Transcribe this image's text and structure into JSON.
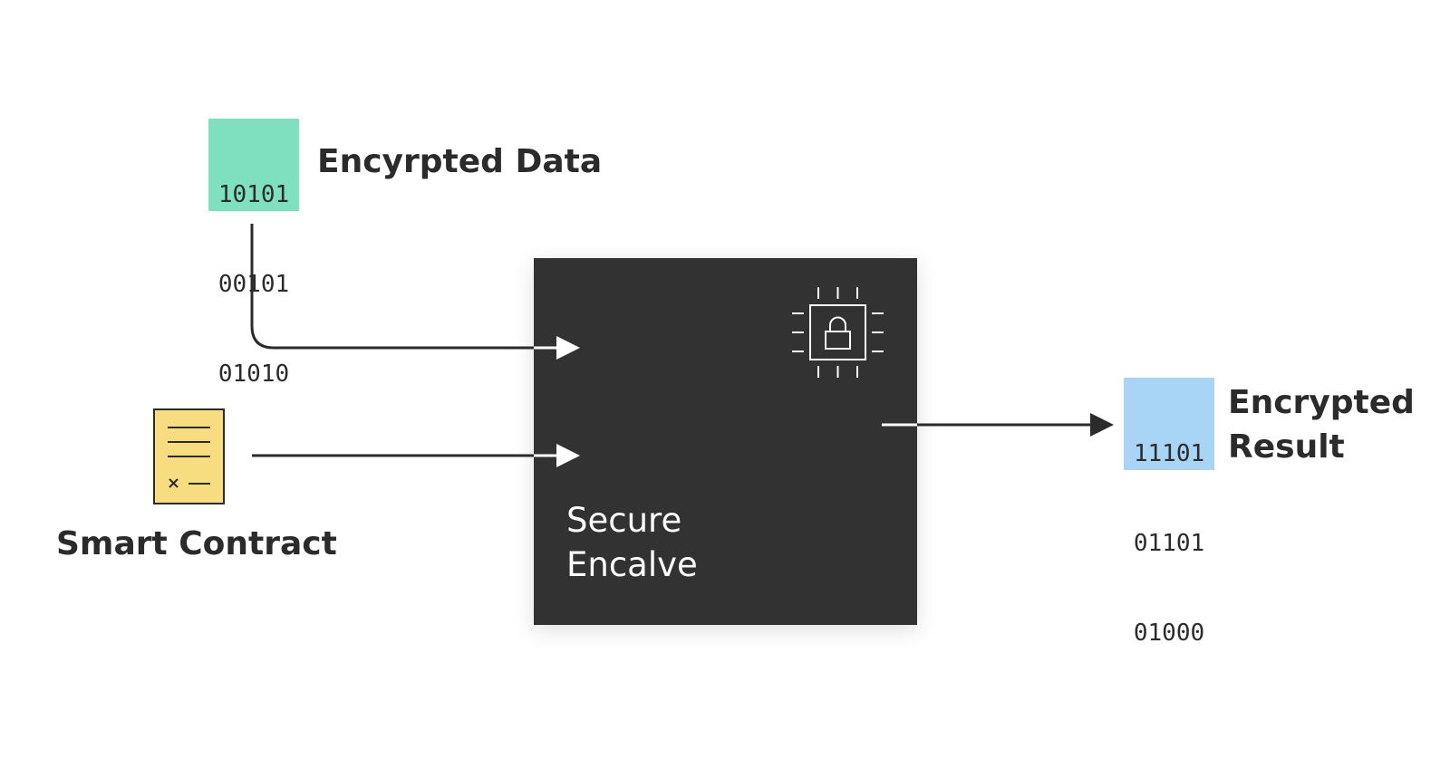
{
  "encrypted_data": {
    "bits": [
      "10101",
      "00101",
      "01010"
    ],
    "label": "Encyrpted Data",
    "color": "#7fe0c0"
  },
  "smart_contract": {
    "label": "Smart Contract",
    "icon": "document-icon",
    "color": "#f7dc80"
  },
  "secure_enclave": {
    "label_line_1": "Secure",
    "label_line_2": "Encalve",
    "icon": "chip-lock-icon",
    "color": "#333333"
  },
  "encrypted_result": {
    "bits": [
      "11101",
      "01101",
      "01000"
    ],
    "label_line_1": "Encrypted",
    "label_line_2": "Result",
    "color": "#a8d4f5"
  }
}
